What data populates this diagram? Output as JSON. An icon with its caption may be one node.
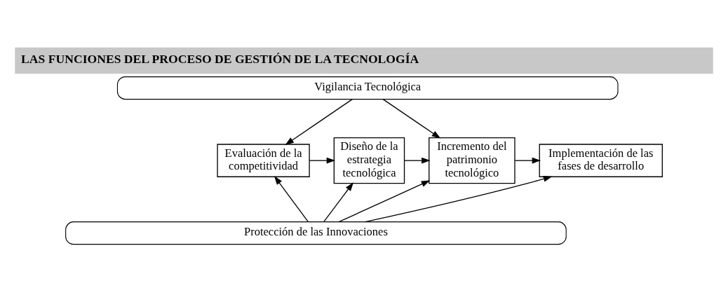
{
  "diagram": {
    "title": "LAS FUNCIONES DEL PROCESO DE GESTIÓN DE LA TECNOLOGÍA",
    "nodes": [
      {
        "text": [
          "Vigilancia Tecnológica"
        ]
      },
      {
        "text": [
          "Evaluación de la competitividad"
        ]
      },
      {
        "text": [
          "Diseño de la estrategia tecnológica"
        ]
      },
      {
        "text": [
          "Incremento del patrimonio tecnológico"
        ]
      },
      {
        "text": [
          "Implementación de las fases de desarrollo"
        ]
      },
      {
        "text": [
          "Protección de las Innovaciones"
        ]
      }
    ],
    "edges": [
      {
        "from": 0,
        "to": 1,
        "arrow": "to"
      },
      {
        "from": 0,
        "to": 3,
        "arrow": "to"
      },
      {
        "from": 1,
        "to": 2,
        "arrow": "to"
      },
      {
        "from": 2,
        "to": 3,
        "arrow": "to"
      },
      {
        "from": 3,
        "to": 4,
        "arrow": "to"
      },
      {
        "from": 5,
        "to": 1,
        "arrow": "to"
      },
      {
        "from": 5,
        "to": 2,
        "arrow": "to"
      },
      {
        "from": 5,
        "to": 3,
        "arrow": "to"
      },
      {
        "from": 5,
        "to": 4,
        "arrow": "to"
      }
    ]
  }
}
